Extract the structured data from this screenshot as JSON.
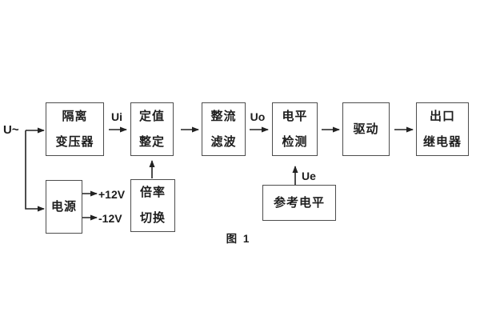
{
  "figure_caption": "图 1",
  "blocks": {
    "isolation_transformer": "隔离\n变压器",
    "setpoint_setting": "定值\n整定",
    "rectifier_filter": "整流\n滤波",
    "level_detection": "电平\n检测",
    "drive": "驱动",
    "output_relay": "出口\n继电器",
    "power_supply": "电源",
    "ratio_switch": "倍率\n切换",
    "reference_level": "参考电平"
  },
  "signals": {
    "input": "U~",
    "ui": "Ui",
    "uo": "Uo",
    "ue": "Ue",
    "plus_12v": "+12V",
    "minus_12v": "-12V"
  },
  "colors": {
    "background": "#ffffff",
    "box_border": "#4d4d4d",
    "line": "#222222",
    "text": "#1d1d1d"
  }
}
